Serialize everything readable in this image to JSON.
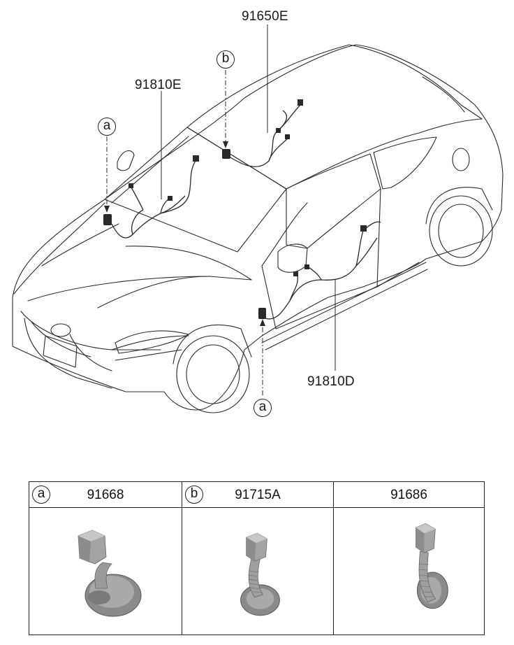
{
  "callouts": {
    "label_91650E": "91650E",
    "label_91810E": "91810E",
    "label_91810D": "91810D",
    "marker_a_top": "a",
    "marker_b_top": "b",
    "marker_a_bottom": "a"
  },
  "parts_table": {
    "columns": [
      {
        "marker": "a",
        "part_number": "91668"
      },
      {
        "marker": "b",
        "part_number": "91715A"
      },
      {
        "marker": "",
        "part_number": "91686"
      }
    ]
  },
  "colors": {
    "line": "#2a2a2a",
    "grommet_fill": "#a9a9a9",
    "grommet_dark": "#6f6f6f",
    "grommet_light": "#d6d6d6"
  }
}
